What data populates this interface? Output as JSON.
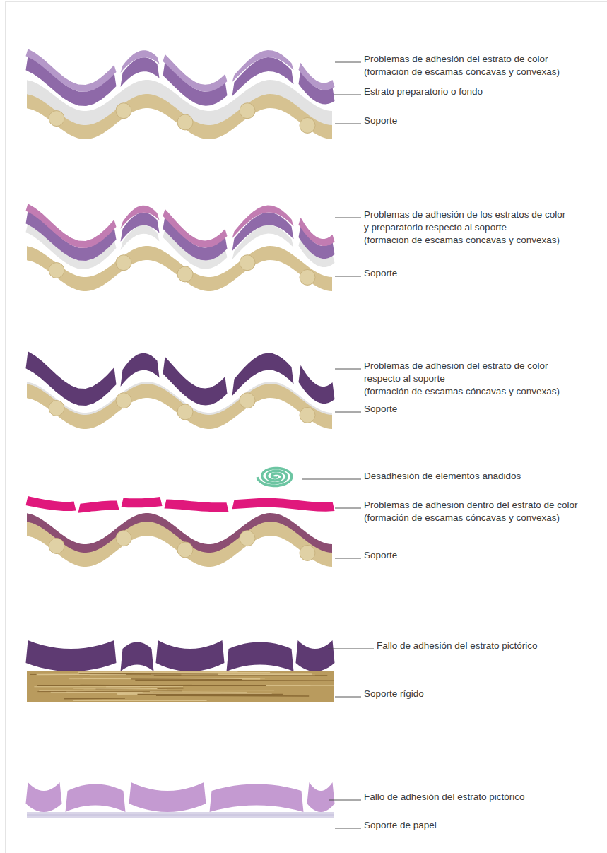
{
  "diagram": {
    "labels": [
      "Problemas de adhesión del estrato de color (formación de escamas cóncavas y convexas)",
      "Estrato preparatorio o fondo",
      "Soporte",
      "Problemas de adhesión de los estratos de color y preparatorio respecto al soporte (formación de escamas cóncavas y convexas)",
      "Soporte",
      "Problemas de adhesión del estrato de color respecto al soporte (formación de escamas cóncavas y convexas)",
      "Soporte",
      "Desadhesión de elementos añadidos",
      "Problemas de adhesión dentro del estrato de color (formación de escamas cóncavas y convexas)",
      "Soporte",
      "Fallo de adhesión del estrato pictórico",
      "Soporte rígido",
      "Fallo de adhesión del estrato pictórico",
      "Soporte de papel"
    ]
  }
}
